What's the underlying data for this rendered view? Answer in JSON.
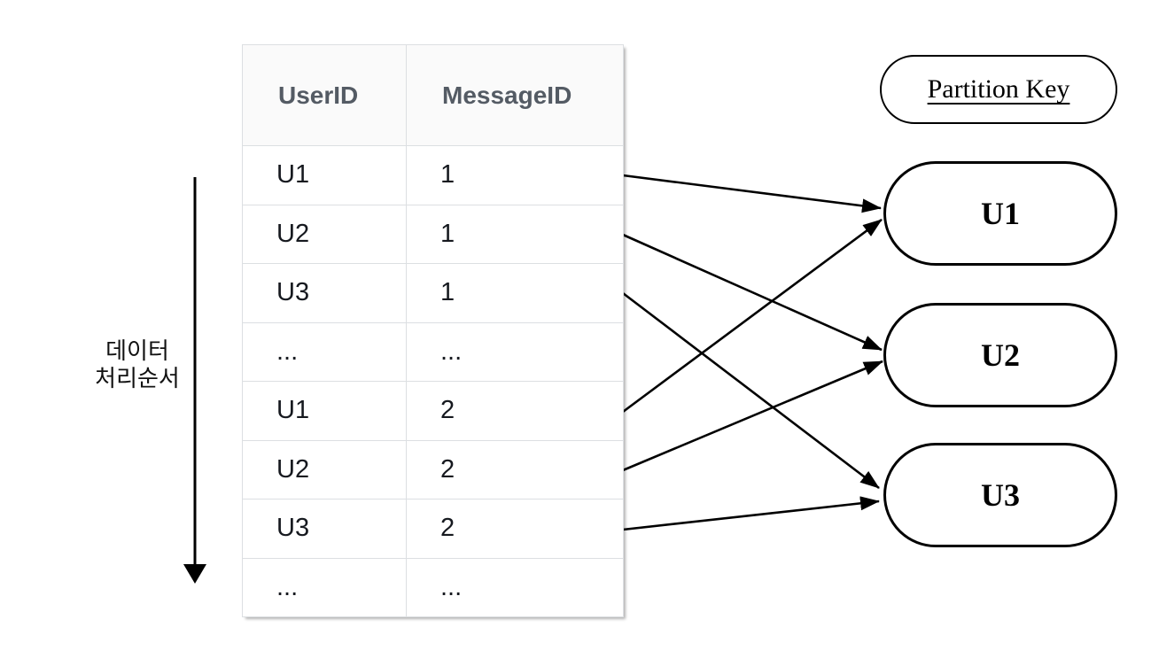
{
  "diagram": {
    "flow_label": {
      "line1": "데이터",
      "line2": "처리순서"
    },
    "table": {
      "headers": [
        "UserID",
        "MessageID"
      ],
      "rows": [
        {
          "user": "U1",
          "message": "1"
        },
        {
          "user": "U2",
          "message": "1"
        },
        {
          "user": "U3",
          "message": "1"
        },
        {
          "user": "...",
          "message": "..."
        },
        {
          "user": "U1",
          "message": "2"
        },
        {
          "user": "U2",
          "message": "2"
        },
        {
          "user": "U3",
          "message": "2"
        },
        {
          "user": "...",
          "message": "..."
        }
      ]
    },
    "partition": {
      "title": "Partition Key",
      "nodes": [
        {
          "label": "U1"
        },
        {
          "label": "U2"
        },
        {
          "label": "U3"
        }
      ]
    },
    "mappings": [
      {
        "row": "U1 / 1",
        "partition": "U1"
      },
      {
        "row": "U2 / 1",
        "partition": "U2"
      },
      {
        "row": "U3 / 1",
        "partition": "U3"
      },
      {
        "row": "U1 / 2",
        "partition": "U1"
      },
      {
        "row": "U2 / 2",
        "partition": "U2"
      },
      {
        "row": "U3 / 2",
        "partition": "U3"
      }
    ],
    "colors": {
      "background": "#ffffff",
      "table_header_bg": "#fafafa",
      "table_header_text": "#545b64",
      "table_cell_text": "#16191f",
      "table_border": "#dcdfe2",
      "line_color": "#000000"
    }
  }
}
